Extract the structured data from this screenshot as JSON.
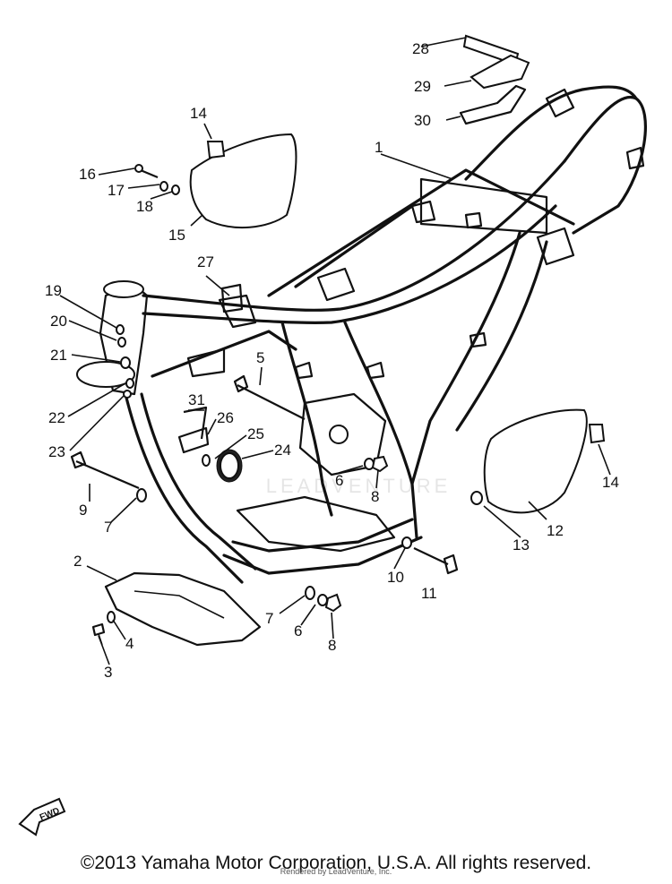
{
  "parts": [
    {
      "id": "1",
      "label": "1"
    },
    {
      "id": "2",
      "label": "2"
    },
    {
      "id": "3",
      "label": "3"
    },
    {
      "id": "4",
      "label": "4"
    },
    {
      "id": "5",
      "label": "5"
    },
    {
      "id": "6a",
      "label": "6"
    },
    {
      "id": "6b",
      "label": "6"
    },
    {
      "id": "7a",
      "label": "7"
    },
    {
      "id": "7b",
      "label": "7"
    },
    {
      "id": "8a",
      "label": "8"
    },
    {
      "id": "8b",
      "label": "8"
    },
    {
      "id": "9",
      "label": "9"
    },
    {
      "id": "10",
      "label": "10"
    },
    {
      "id": "11",
      "label": "11"
    },
    {
      "id": "12",
      "label": "12"
    },
    {
      "id": "13",
      "label": "13"
    },
    {
      "id": "14a",
      "label": "14"
    },
    {
      "id": "14b",
      "label": "14"
    },
    {
      "id": "15",
      "label": "15"
    },
    {
      "id": "16",
      "label": "16"
    },
    {
      "id": "17",
      "label": "17"
    },
    {
      "id": "18",
      "label": "18"
    },
    {
      "id": "19",
      "label": "19"
    },
    {
      "id": "20",
      "label": "20"
    },
    {
      "id": "21",
      "label": "21"
    },
    {
      "id": "22",
      "label": "22"
    },
    {
      "id": "23",
      "label": "23"
    },
    {
      "id": "24",
      "label": "24"
    },
    {
      "id": "25",
      "label": "25"
    },
    {
      "id": "26",
      "label": "26"
    },
    {
      "id": "27",
      "label": "27"
    },
    {
      "id": "28",
      "label": "28"
    },
    {
      "id": "29",
      "label": "29"
    },
    {
      "id": "30",
      "label": "30"
    },
    {
      "id": "31",
      "label": "31"
    }
  ],
  "fwd_label": "FWD",
  "watermark": "LEADVENTURE",
  "copyright": "©2013 Yamaha Motor Corporation, U.S.A. All rights reserved.",
  "rendered_by": "Rendered by LeadVenture, Inc."
}
